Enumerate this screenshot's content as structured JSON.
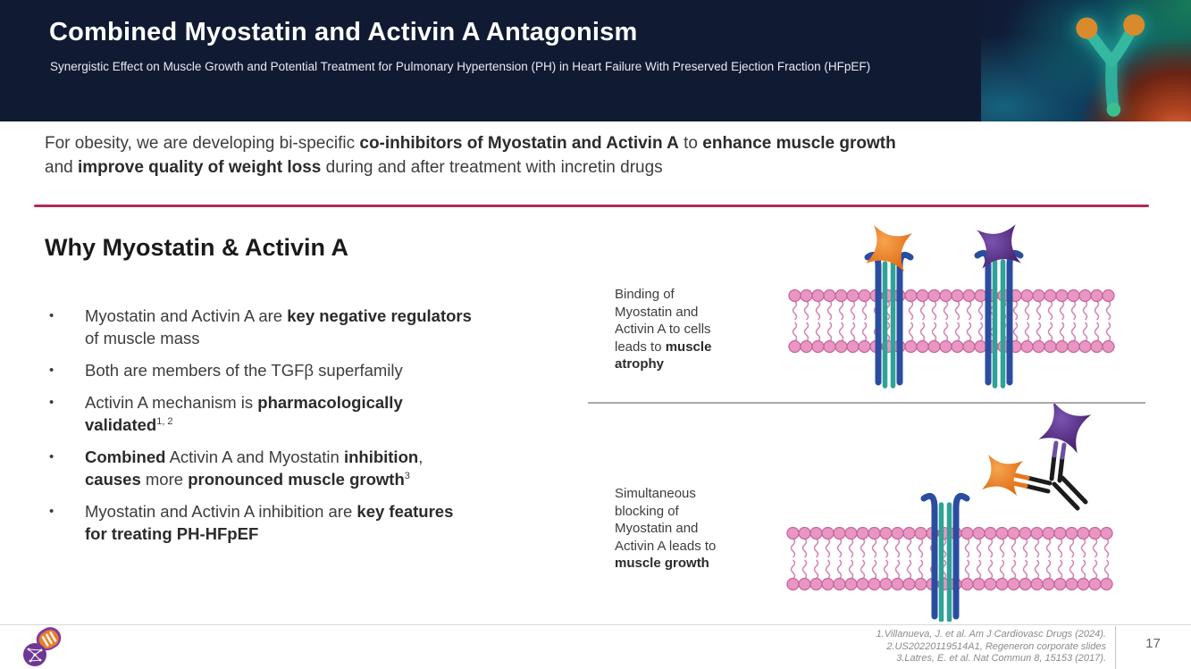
{
  "slide": {
    "header": {
      "title": "Combined Myostatin and Activin A Antagonism",
      "subtitle": "Synergistic Effect on Muscle Growth and Potential Treatment for Pulmonary Hypertension (PH) in Heart Failure With Preserved Ejection Fraction (HFpEF)"
    },
    "intro": {
      "line1": [
        {
          "t": "For obesity, we are developing bi-specific "
        },
        {
          "t": "co-inhibitors of Myostatin and Activin A",
          "b": true
        },
        {
          "t": " to "
        },
        {
          "t": "enhance muscle growth",
          "b": true
        }
      ],
      "line2": [
        {
          "t": "and "
        },
        {
          "t": "improve quality of weight loss",
          "b": true
        },
        {
          "t": " during and after treatment with incretin drugs"
        }
      ]
    },
    "left": {
      "heading": "Why Myostatin & Activin A",
      "bullet_marker": "•",
      "bullets": [
        [
          {
            "t": "Myostatin and Activin A are "
          },
          {
            "t": "key negative regulators",
            "b": true
          },
          {
            "t": " of muscle mass"
          }
        ],
        [
          {
            "t": "Both are members of the TGFβ superfamily"
          }
        ],
        [
          {
            "t": "Activin A mechanism is "
          },
          {
            "t": "pharmacologically validated",
            "b": true
          },
          {
            "t": "1, 2",
            "sup": true
          }
        ],
        [
          {
            "t": "Combined",
            "b": true
          },
          {
            "t": " Activin A and Myostatin "
          },
          {
            "t": "inhibition",
            "b": true
          },
          {
            "t": ", "
          },
          {
            "t": "causes",
            "b": true
          },
          {
            "t": " more "
          },
          {
            "t": "pronounced muscle growth",
            "b": true
          },
          {
            "t": "3",
            "sup": true
          }
        ],
        [
          {
            "t": "Myostatin and Activin A inhibition are "
          },
          {
            "t": "key features for treating PH-HFpEF",
            "b": true
          }
        ]
      ]
    },
    "diagrams": {
      "top_label": [
        {
          "t": "Binding of Myostatin and Activin A to cells leads to "
        },
        {
          "t": "muscle atrophy",
          "b": true
        }
      ],
      "bottom_label": [
        {
          "t": "Simultaneous blocking of Myostatin and Activin A leads to "
        },
        {
          "t": "muscle growth",
          "b": true
        }
      ]
    },
    "icons": {
      "header_art": "antibody-artwork",
      "logo": "company-logo"
    },
    "footer": {
      "citations": [
        "1.Villanueva, J. et al. Am J Cardiovasc Drugs (2024).",
        "2.US20220119514A1, Regeneron corporate slides",
        "3.Latres, E. et al. Nat Commun 8, 15153 (2017)."
      ],
      "page_number": "17"
    },
    "colors": {
      "header_bg": "#111A33",
      "accent_rule": "#B02A5A",
      "panel_rule": "#A9A9A9",
      "footer_rule": "#D8D8D8",
      "text_dark": "#3D3D3D",
      "heading": "#1A1A1A",
      "citation_gray": "#8A8A8A",
      "membrane_pink": "#EA96C3",
      "membrane_pink_dark": "#C4679F",
      "membrane_tail": "#D685B5",
      "receptor_blue": "#2A4DA0",
      "receptor_teal": "#2FA396",
      "ligand_orange": "#E8761F",
      "ligand_purple": "#5B2E8C",
      "antibody_black": "#1C1C1C"
    }
  }
}
